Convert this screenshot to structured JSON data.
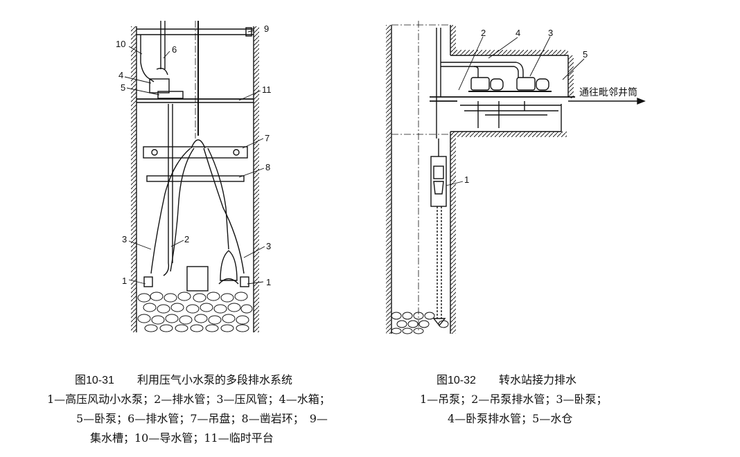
{
  "figure_left": {
    "number": "图10-31",
    "title": "利用压气小水泵的多段排水系统",
    "callouts": [
      "1",
      "1",
      "2",
      "3",
      "3",
      "4",
      "5",
      "6",
      "7",
      "8",
      "9",
      "10",
      "11"
    ],
    "legend_lines": [
      "1—高压风动小水泵；2—排水管；3—压风管；4—水箱；",
      "5—卧泵；6—排水管；7—吊盘；8—凿岩环；　9—",
      "集水槽；10—导水管；11—临时平台"
    ]
  },
  "figure_right": {
    "number": "图10-32",
    "title": "转水站接力排水",
    "callouts": [
      "1",
      "2",
      "3",
      "4",
      "5"
    ],
    "arrow_text": "通往毗邻井筒",
    "legend_lines": [
      "1—吊泵；2—吊泵排水管；3—卧泵；",
      "4—卧泵排水管；5—水仓"
    ]
  }
}
